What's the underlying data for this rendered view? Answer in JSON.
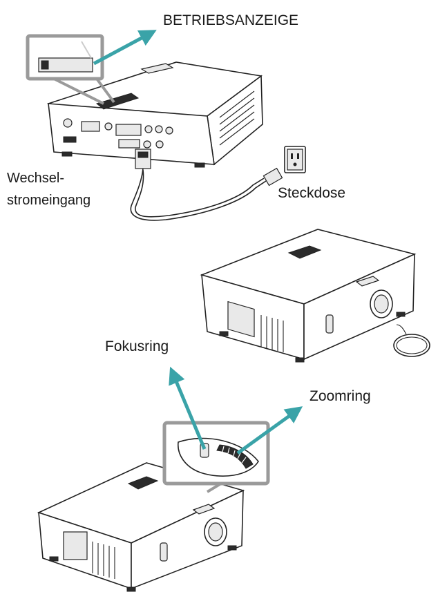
{
  "labels": {
    "indicator": "BETRIEBSANZEIGE",
    "ac_inlet_line1": "Wechsel-",
    "ac_inlet_line2": "stromeingang",
    "outlet": "Steckdose",
    "focus_ring": "Fokusring",
    "zoom_ring": "Zoomring"
  },
  "colors": {
    "arrow": "#3aa3a8",
    "callout_frame": "#9a9a9a",
    "line": "#222222"
  }
}
